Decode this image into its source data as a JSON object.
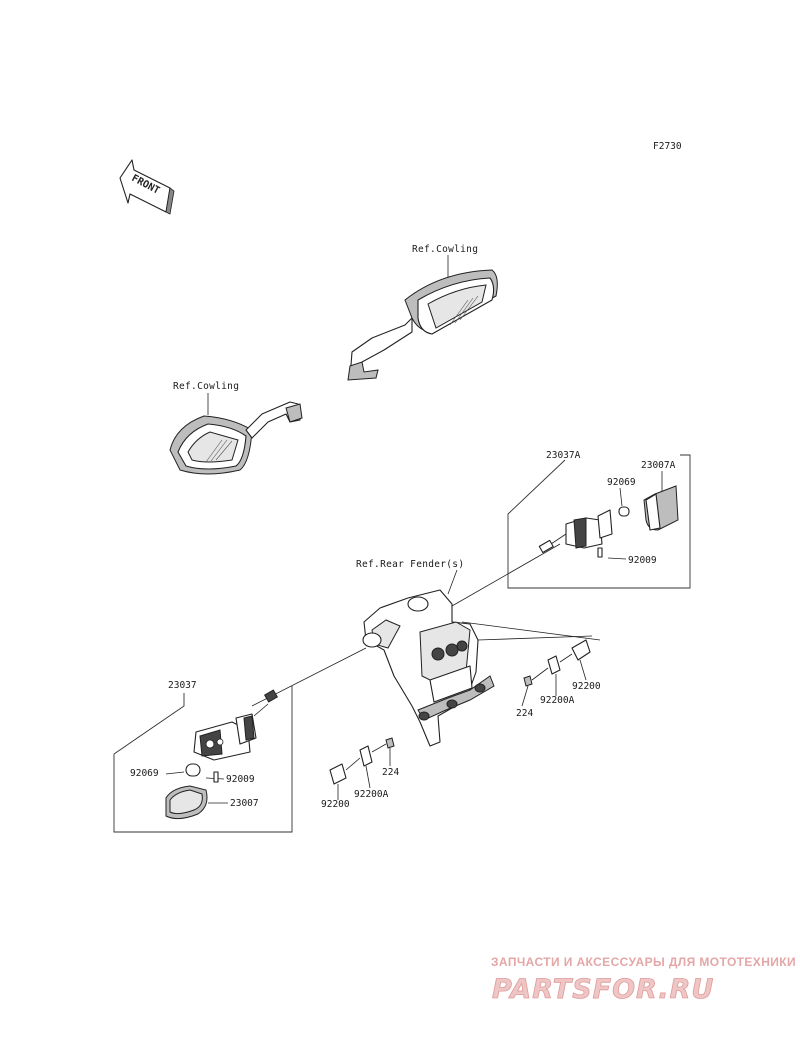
{
  "diagram": {
    "code": "F2730",
    "front_arrow_text": "FRONT",
    "refs": {
      "cowling_upper": "Ref.Cowling",
      "cowling_lower": "Ref.Cowling",
      "rear_fender": "Ref.Rear Fender(s)"
    },
    "parts": {
      "p23037A": "23037A",
      "p23007A": "23007A",
      "p92069_right": "92069",
      "p92009_right": "92009",
      "p23037": "23037",
      "p92069_left": "92069",
      "p92009_left": "92009",
      "p23007": "23007",
      "p92200_right": "92200",
      "p224_right": "224",
      "p92200A_right": "92200A",
      "p224_left": "224",
      "p92200_left": "92200",
      "p92200A_left": "92200A"
    }
  },
  "watermark": {
    "tagline": "ЗАПЧАСТИ И АКСЕССУАРЫ ДЛЯ МОТОТЕХНИКИ",
    "logo": "PARTSFOR.RU"
  },
  "colors": {
    "line": "#222222",
    "watermark": "#e4a6a6"
  }
}
